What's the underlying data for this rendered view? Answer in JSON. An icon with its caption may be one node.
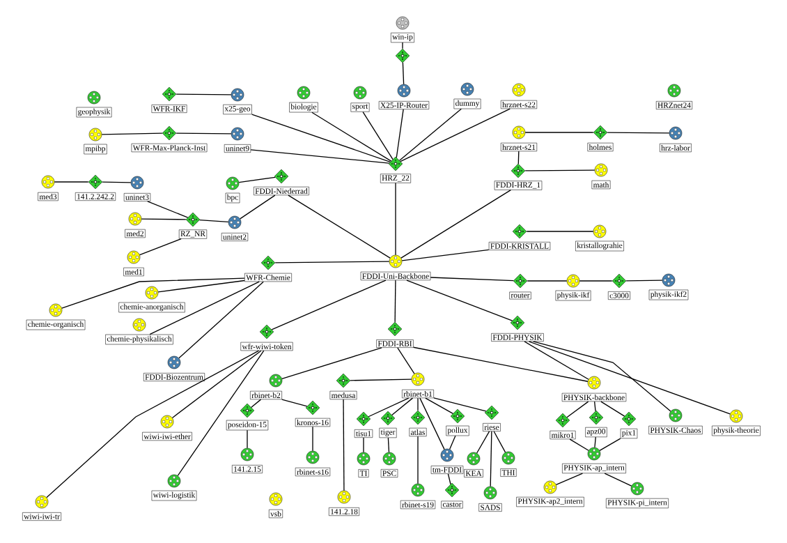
{
  "diagram": {
    "nodes": [
      {
        "text": [
          "win-ip"
        ]
      },
      {
        "text": [],
        "shape": "diamond"
      },
      {
        "text": [
          "X25-IP-Router"
        ]
      },
      {
        "text": [
          "geophysik"
        ]
      },
      {
        "text": [
          "WFR-IKF"
        ]
      },
      {
        "text": [
          "x25-geo"
        ]
      },
      {
        "text": [
          "biologie"
        ]
      },
      {
        "text": [
          "sport"
        ]
      },
      {
        "text": [
          "dummy"
        ]
      },
      {
        "text": [
          "hrznet-s22"
        ]
      },
      {
        "text": [
          "HRZnet24"
        ]
      },
      {
        "text": [
          "mpibp"
        ]
      },
      {
        "text": [
          "WFR-Max-Planck-Inst"
        ]
      },
      {
        "text": [
          "uninet9"
        ]
      },
      {
        "text": [
          "hrznet-s21"
        ]
      },
      {
        "text": [
          "holmes"
        ]
      },
      {
        "text": [
          "hrz-labor"
        ]
      },
      {
        "text": [
          "HRZ_22"
        ]
      },
      {
        "text": [
          "FDDI-HRZ_1"
        ]
      },
      {
        "text": [
          "math"
        ]
      },
      {
        "text": [
          "med3"
        ]
      },
      {
        "text": [
          "141.2.242.2"
        ]
      },
      {
        "text": [
          "uninet3"
        ]
      },
      {
        "text": [
          "bpc"
        ]
      },
      {
        "text": [
          "FDDI-Niederrad"
        ]
      },
      {
        "text": [
          "med2"
        ]
      },
      {
        "text": [
          "RZ_NR"
        ]
      },
      {
        "text": [
          "uninet2"
        ]
      },
      {
        "text": [
          "med1"
        ]
      },
      {
        "text": [
          "FDDI-KRISTALL"
        ]
      },
      {
        "text": [
          "kristallograhie"
        ]
      },
      {
        "text": [
          "WFR-Chemie"
        ]
      },
      {
        "text": [
          "FDDI-Uni-Backbone"
        ]
      },
      {
        "text": [
          "router"
        ]
      },
      {
        "text": [
          "physik-ikf"
        ]
      },
      {
        "text": [
          "c3000"
        ]
      },
      {
        "text": [
          "physik-ikf2"
        ]
      },
      {
        "text": [
          "chemie-anorganisch"
        ]
      },
      {
        "text": [
          "chemie-organisch"
        ]
      },
      {
        "text": [
          "chemie-physikalisch"
        ]
      },
      {
        "text": [
          "FDDI-Biozentrum"
        ]
      },
      {
        "text": [
          "wfr-wiwi-token"
        ]
      },
      {
        "text": [
          "FDDI-RBI"
        ]
      },
      {
        "text": [
          "FDDI-PHYSIK"
        ]
      },
      {
        "text": [
          "rbinet-b2"
        ]
      },
      {
        "text": [
          "medusa"
        ]
      },
      {
        "text": [
          "rbinet-b1"
        ]
      },
      {
        "text": [
          "PHYSIK-backbone"
        ]
      },
      {
        "text": [
          "poseidon-15"
        ]
      },
      {
        "text": [
          "kronos-16"
        ]
      },
      {
        "text": [
          "tisu1"
        ]
      },
      {
        "text": [
          "tiger"
        ]
      },
      {
        "text": [
          "atlas"
        ]
      },
      {
        "text": [
          "pollux"
        ]
      },
      {
        "text": [
          "riese"
        ]
      },
      {
        "text": [
          "mikro1"
        ]
      },
      {
        "text": [
          "apz00"
        ]
      },
      {
        "text": [
          "pix1"
        ]
      },
      {
        "text": [
          "PHYSIK-Chaos"
        ]
      },
      {
        "text": [
          "physik-theorie"
        ]
      },
      {
        "text": [
          "wiwi-iwi-ether"
        ]
      },
      {
        "text": [
          "141.2.15"
        ]
      },
      {
        "text": [
          "rbinet-s16"
        ]
      },
      {
        "text": [
          "TI"
        ]
      },
      {
        "text": [
          "PSC"
        ]
      },
      {
        "text": [
          "tm-FDDI"
        ]
      },
      {
        "text": [
          "KEA"
        ]
      },
      {
        "text": [
          "THI"
        ]
      },
      {
        "text": [
          "PHYSIK-ap_intern"
        ]
      },
      {
        "text": [
          "wiwi-logistik"
        ]
      },
      {
        "text": [
          "SADS"
        ]
      },
      {
        "text": [
          "rbinet-s19"
        ]
      },
      {
        "text": [
          "castor"
        ]
      },
      {
        "text": [
          "vsb"
        ]
      },
      {
        "text": [
          "141.2.18"
        ]
      },
      {
        "text": [
          "PHYSIK-ap2_intern"
        ]
      },
      {
        "text": [
          "wiwi-iwi-tr"
        ]
      },
      {
        "text": [
          "PHYSIK-pi_intern"
        ]
      }
    ],
    "edges": [
      {
        "from": 0,
        "to": 1,
        "arrow": "none"
      },
      {
        "from": 1,
        "to": 2,
        "arrow": "none"
      },
      {
        "from": 2,
        "to": 17,
        "arrow": "none"
      },
      {
        "from": 4,
        "to": 5,
        "arrow": "none"
      },
      {
        "from": 5,
        "to": 17,
        "arrow": "none"
      },
      {
        "from": 11,
        "to": 12,
        "arrow": "none"
      },
      {
        "from": 12,
        "to": 13,
        "arrow": "none"
      },
      {
        "from": 13,
        "to": 17,
        "arrow": "none"
      },
      {
        "from": 6,
        "to": 17,
        "arrow": "none"
      },
      {
        "from": 7,
        "to": 17,
        "arrow": "none"
      },
      {
        "from": 8,
        "to": 17,
        "arrow": "none"
      },
      {
        "from": 9,
        "to": 17,
        "arrow": "none"
      },
      {
        "from": 17,
        "to": 32,
        "arrow": "none"
      },
      {
        "from": 14,
        "to": 15,
        "arrow": "none"
      },
      {
        "from": 15,
        "to": 16,
        "arrow": "none"
      },
      {
        "from": 14,
        "to": 18,
        "arrow": "none"
      },
      {
        "from": 18,
        "to": 19,
        "arrow": "none"
      },
      {
        "from": 18,
        "to": 32,
        "arrow": "none"
      },
      {
        "from": 20,
        "to": 21,
        "arrow": "none"
      },
      {
        "from": 21,
        "to": 22,
        "arrow": "none"
      },
      {
        "from": 22,
        "to": 26,
        "arrow": "none"
      },
      {
        "from": 25,
        "to": 26,
        "arrow": "none"
      },
      {
        "from": 28,
        "to": 26,
        "arrow": "none"
      },
      {
        "from": 26,
        "to": 27,
        "arrow": "none"
      },
      {
        "from": 27,
        "to": 24,
        "arrow": "none"
      },
      {
        "from": 23,
        "to": 24,
        "arrow": "none"
      },
      {
        "from": 24,
        "to": 32,
        "arrow": "none"
      },
      {
        "from": 29,
        "to": 30,
        "arrow": "none"
      },
      {
        "from": 29,
        "to": 32,
        "arrow": "none"
      },
      {
        "from": 31,
        "to": 32,
        "arrow": "none"
      },
      {
        "from": 31,
        "to": 37,
        "arrow": "none"
      },
      {
        "from": 31,
        "to": 38,
        "arrow": "none"
      },
      {
        "from": 31,
        "to": 39,
        "arrow": "none"
      },
      {
        "from": 31,
        "to": 40,
        "arrow": "none"
      },
      {
        "from": 32,
        "to": 33,
        "arrow": "none"
      },
      {
        "from": 33,
        "to": 34,
        "arrow": "none"
      },
      {
        "from": 34,
        "to": 35,
        "arrow": "none"
      },
      {
        "from": 35,
        "to": 36,
        "arrow": "none"
      },
      {
        "from": 32,
        "to": 41,
        "arrow": "none"
      },
      {
        "from": 32,
        "to": 42,
        "arrow": "none"
      },
      {
        "from": 32,
        "to": 43,
        "arrow": "none"
      },
      {
        "from": 41,
        "to": 60,
        "arrow": "none"
      },
      {
        "from": 41,
        "to": 76,
        "arrow": "none"
      },
      {
        "from": 41,
        "to": 69,
        "arrow": "none"
      },
      {
        "from": 42,
        "to": 44,
        "arrow": "none"
      },
      {
        "from": 42,
        "to": 46,
        "arrow": "none"
      },
      {
        "from": 42,
        "to": 47,
        "arrow": "none"
      },
      {
        "from": 44,
        "to": 48,
        "arrow": "none"
      },
      {
        "from": 44,
        "to": 49,
        "arrow": "none"
      },
      {
        "from": 48,
        "to": 61,
        "arrow": "none"
      },
      {
        "from": 49,
        "to": 62,
        "arrow": "none"
      },
      {
        "from": 45,
        "to": 46,
        "arrow": "none"
      },
      {
        "from": 45,
        "to": 74,
        "arrow": "none"
      },
      {
        "from": 46,
        "to": 50,
        "arrow": "none"
      },
      {
        "from": 46,
        "to": 51,
        "arrow": "none"
      },
      {
        "from": 46,
        "to": 52,
        "arrow": "none"
      },
      {
        "from": 46,
        "to": 53,
        "arrow": "none"
      },
      {
        "from": 46,
        "to": 54,
        "arrow": "none"
      },
      {
        "from": 46,
        "to": 65,
        "arrow": "none"
      },
      {
        "from": 50,
        "to": 63,
        "arrow": "none"
      },
      {
        "from": 51,
        "to": 64,
        "arrow": "none"
      },
      {
        "from": 52,
        "to": 71,
        "arrow": "none"
      },
      {
        "from": 53,
        "to": 65,
        "arrow": "none"
      },
      {
        "from": 65,
        "to": 72,
        "arrow": "none"
      },
      {
        "from": 54,
        "to": 66,
        "arrow": "none"
      },
      {
        "from": 54,
        "to": 67,
        "arrow": "none"
      },
      {
        "from": 54,
        "to": 70,
        "arrow": "none"
      },
      {
        "from": 43,
        "to": 47,
        "arrow": "none"
      },
      {
        "from": 43,
        "to": 58,
        "arrow": "none"
      },
      {
        "from": 43,
        "to": 59,
        "arrow": "none"
      },
      {
        "from": 47,
        "to": 55,
        "arrow": "none"
      },
      {
        "from": 47,
        "to": 56,
        "arrow": "none"
      },
      {
        "from": 47,
        "to": 57,
        "arrow": "none"
      },
      {
        "from": 56,
        "to": 68,
        "arrow": "none"
      },
      {
        "from": 55,
        "to": 68,
        "arrow": "none"
      },
      {
        "from": 57,
        "to": 68,
        "arrow": "none"
      },
      {
        "from": 68,
        "to": 75,
        "arrow": "none"
      },
      {
        "from": 68,
        "to": 77,
        "arrow": "none"
      }
    ]
  }
}
